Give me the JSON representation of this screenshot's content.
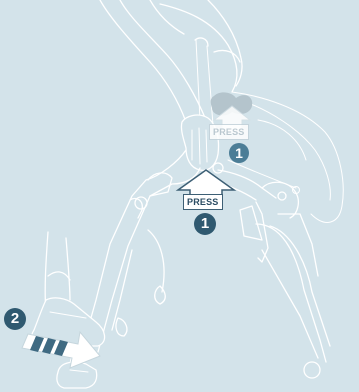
{
  "callouts": {
    "press_front": {
      "label": "PRESS",
      "step": "1"
    },
    "press_back": {
      "label": "PRESS",
      "step": "1"
    },
    "kick": {
      "step": "2"
    }
  },
  "colors": {
    "background": "#d3e3ea",
    "line": "#ffffff",
    "badge": "#2f5970",
    "press_border": "#3d5f75"
  }
}
